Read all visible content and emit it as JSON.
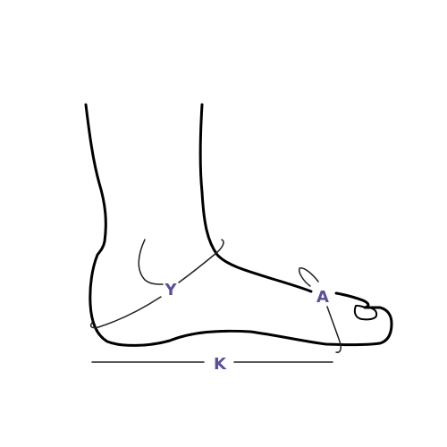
{
  "colors": {
    "background": "#ffffff",
    "outline": "#000000",
    "measure_line": "#222222",
    "label": "#5a4f99"
  },
  "labels": {
    "instep": "Y",
    "ball": "A",
    "length": "K"
  }
}
